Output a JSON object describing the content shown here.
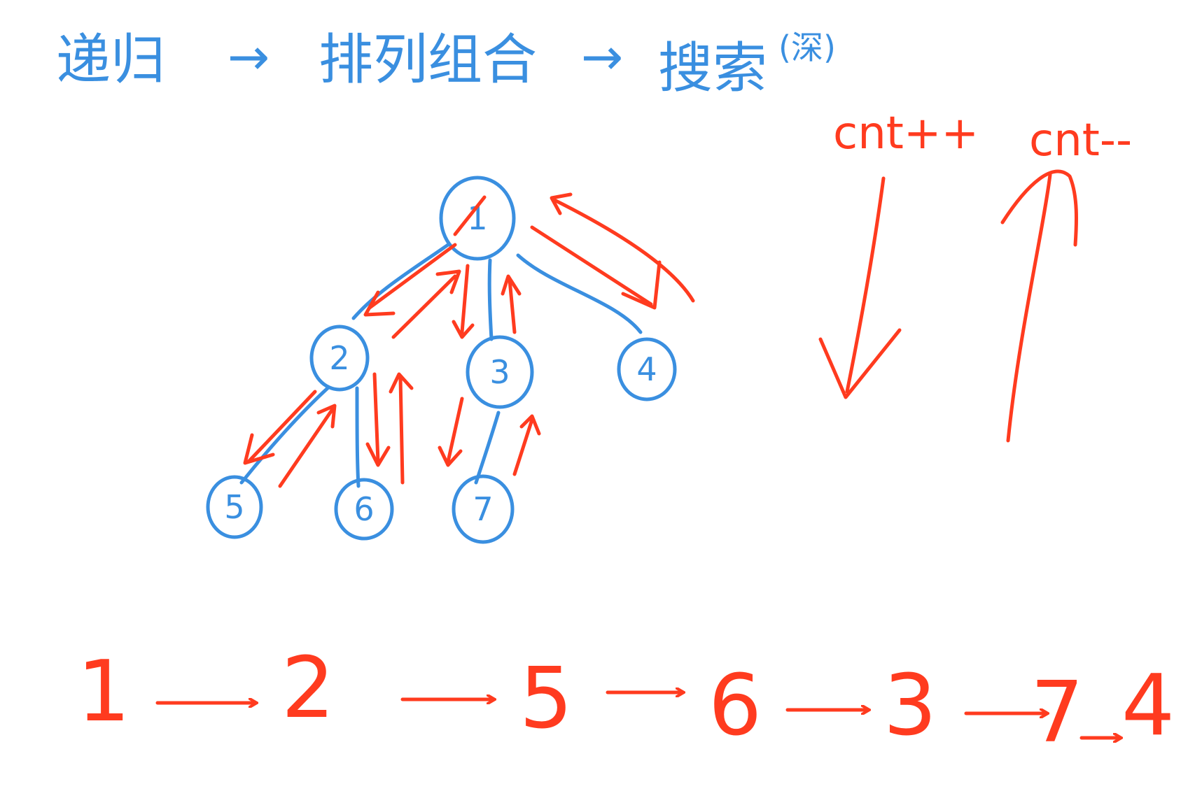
{
  "header": {
    "step1": "递归",
    "step2": "排列组合",
    "step3": "搜索",
    "step3_note": "(深)",
    "arrow": "→"
  },
  "counters": {
    "increment": "cnt++",
    "decrement": "cnt--"
  },
  "tree": {
    "nodes": [
      {
        "id": "1",
        "label": "1"
      },
      {
        "id": "2",
        "label": "2"
      },
      {
        "id": "3",
        "label": "3"
      },
      {
        "id": "4",
        "label": "4"
      },
      {
        "id": "5",
        "label": "5"
      },
      {
        "id": "6",
        "label": "6"
      },
      {
        "id": "7",
        "label": "7"
      }
    ],
    "edges": [
      [
        "1",
        "2"
      ],
      [
        "1",
        "3"
      ],
      [
        "1",
        "4"
      ],
      [
        "2",
        "5"
      ],
      [
        "2",
        "6"
      ],
      [
        "3",
        "7"
      ]
    ]
  },
  "traversal": {
    "order": [
      "1",
      "2",
      "5",
      "6",
      "3",
      "7",
      "4"
    ]
  },
  "colors": {
    "blue": "#3a8fe0",
    "red": "#ff3b1f"
  }
}
